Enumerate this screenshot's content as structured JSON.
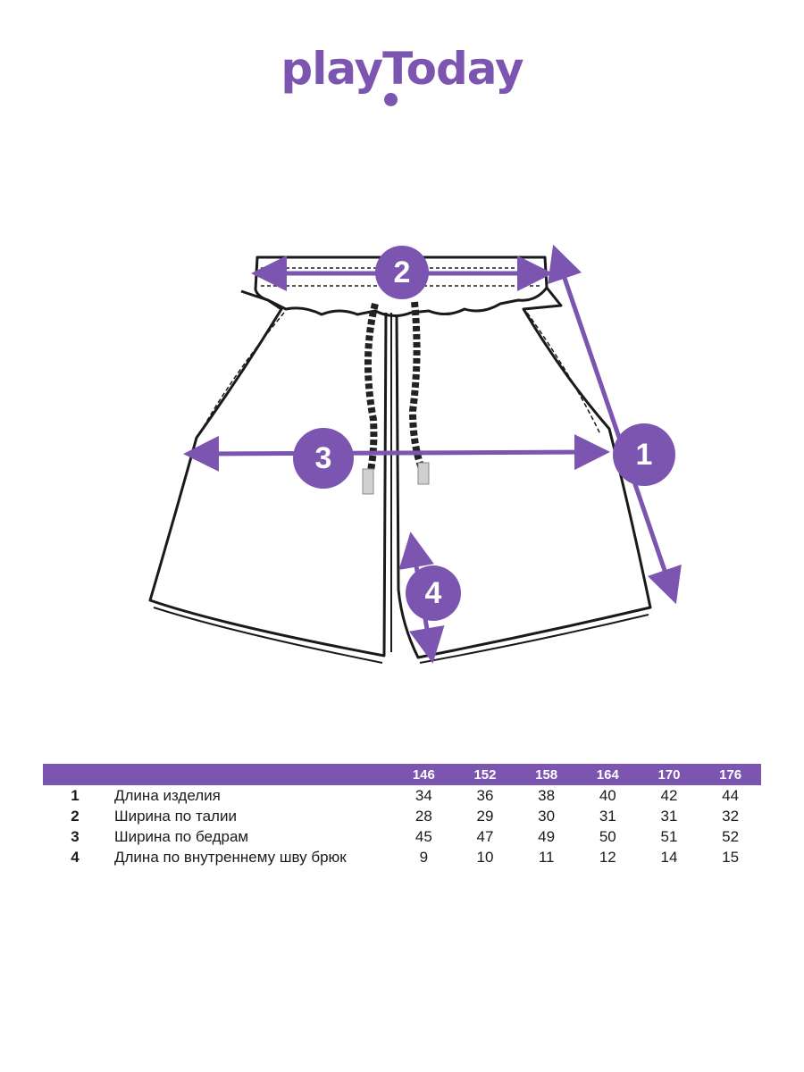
{
  "brand": {
    "logo_text": "playToday",
    "color": "#7b55b0"
  },
  "diagram": {
    "markers": [
      {
        "id": "1",
        "label": "1",
        "meaning": "Длина изделия"
      },
      {
        "id": "2",
        "label": "2",
        "meaning": "Ширина по талии"
      },
      {
        "id": "3",
        "label": "3",
        "meaning": "Ширина по бедрам"
      },
      {
        "id": "4",
        "label": "4",
        "meaning": "Длина по внутреннему шву брюк"
      }
    ],
    "accent_color": "#7b55b0"
  },
  "size_table": {
    "header_color": "#7b55b0",
    "sizes": [
      "146",
      "152",
      "158",
      "164",
      "170",
      "176"
    ],
    "rows": [
      {
        "num": "1",
        "name": "Длина изделия",
        "values": [
          "34",
          "36",
          "38",
          "40",
          "42",
          "44"
        ]
      },
      {
        "num": "2",
        "name": "Ширина по талии",
        "values": [
          "28",
          "29",
          "30",
          "31",
          "31",
          "32"
        ]
      },
      {
        "num": "3",
        "name": "Ширина по бедрам",
        "values": [
          "45",
          "47",
          "49",
          "50",
          "51",
          "52"
        ]
      },
      {
        "num": "4",
        "name": "Длина по внутреннему шву брюк",
        "values": [
          "9",
          "10",
          "11",
          "12",
          "14",
          "15"
        ]
      }
    ]
  }
}
